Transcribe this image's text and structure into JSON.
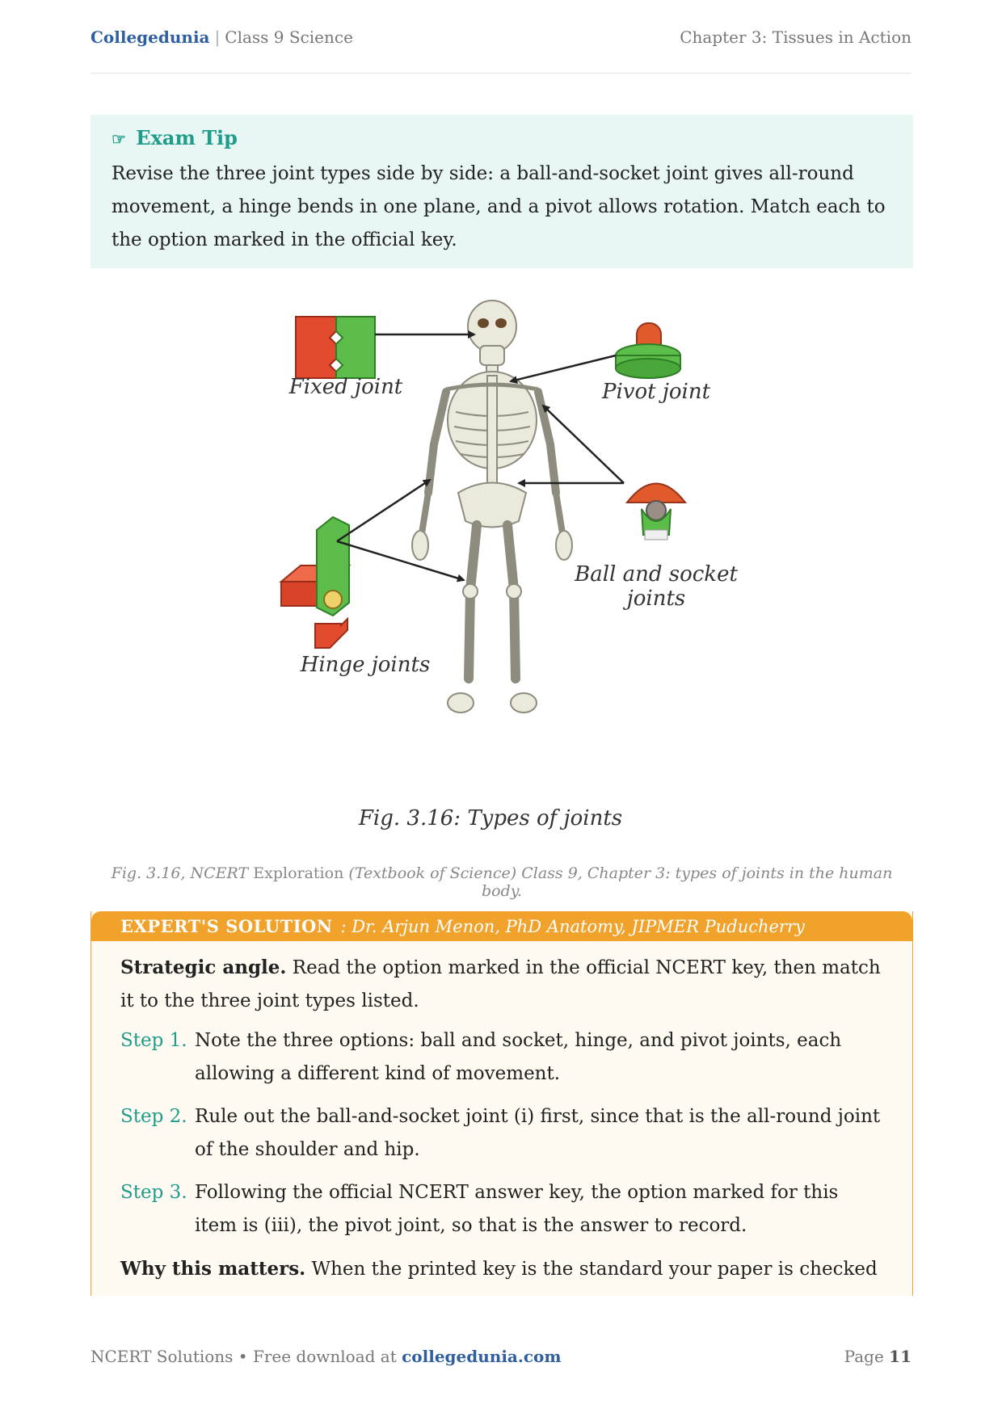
{
  "header": {
    "brand": "Collegedunia",
    "separator": "|",
    "subject": "Class 9 Science",
    "chapter": "Chapter 3: Tissues in Action"
  },
  "tip": {
    "icon": "☞",
    "title": "Exam Tip",
    "body": "Revise the three joint types side by side: a ball-and-socket joint gives all-round movement, a hinge bends in one plane, and a pivot allows rotation. Match each to the option marked in the official key."
  },
  "figure": {
    "labels": {
      "fixed": "Fixed joint",
      "pivot": "Pivot joint",
      "ball_1": "Ball and socket",
      "ball_2": "joints",
      "hinge": "Hinge joints"
    },
    "caption": "Fig. 3.16: Types of joints"
  },
  "source": {
    "part1": "Fig. 3.16, NCERT",
    "part2": " Exploration ",
    "part3": "(Textbook of Science) Class 9, Chapter 3: types of joints in the human body."
  },
  "solution": {
    "heading": "EXPERT'S SOLUTION",
    "author": ": Dr. Arjun Menon, PhD Anatomy, JIPMER Puducherry",
    "strategic_label": "Strategic angle.",
    "strategic_text": " Read the option marked in the official NCERT key, then match it to the three joint types listed.",
    "steps": [
      {
        "label": "Step 1.",
        "text": "Note the three options: ball and socket, hinge, and pivot joints, each allowing a different kind of movement."
      },
      {
        "label": "Step 2.",
        "text": "Rule out the ball-and-socket joint (i) first, since that is the all-round joint of the shoulder and hip."
      },
      {
        "label": "Step 3.",
        "text": "Following the official NCERT answer key, the option marked for this item is (iii), the pivot joint, so that is the answer to record."
      }
    ],
    "why_label": "Why this matters.",
    "why_text": " When the printed key is the standard your paper is checked"
  },
  "footer": {
    "text": "NCERT Solutions • Free download at ",
    "link": "collegedunia.com",
    "page_label": "Page ",
    "page_number": "11"
  }
}
